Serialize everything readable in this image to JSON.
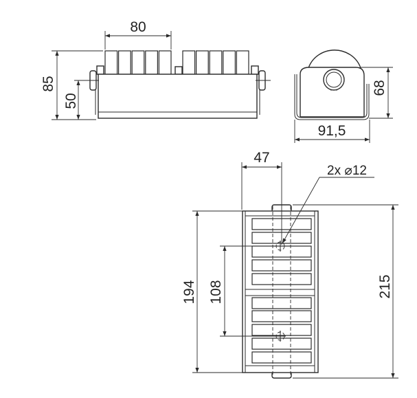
{
  "drawing": {
    "front_view": {
      "dimensions": {
        "width_rollers": "80",
        "overall_height": "85",
        "axle_height": "50"
      }
    },
    "side_view": {
      "dimensions": {
        "height": "68",
        "width": "91,5"
      }
    },
    "plan_view": {
      "dimensions": {
        "width": "47",
        "hole_callout": "2x ⌀12",
        "frame_length": "194",
        "hole_spacing": "108",
        "overall_length": "215"
      }
    },
    "line_color": "#2a2a2a"
  }
}
